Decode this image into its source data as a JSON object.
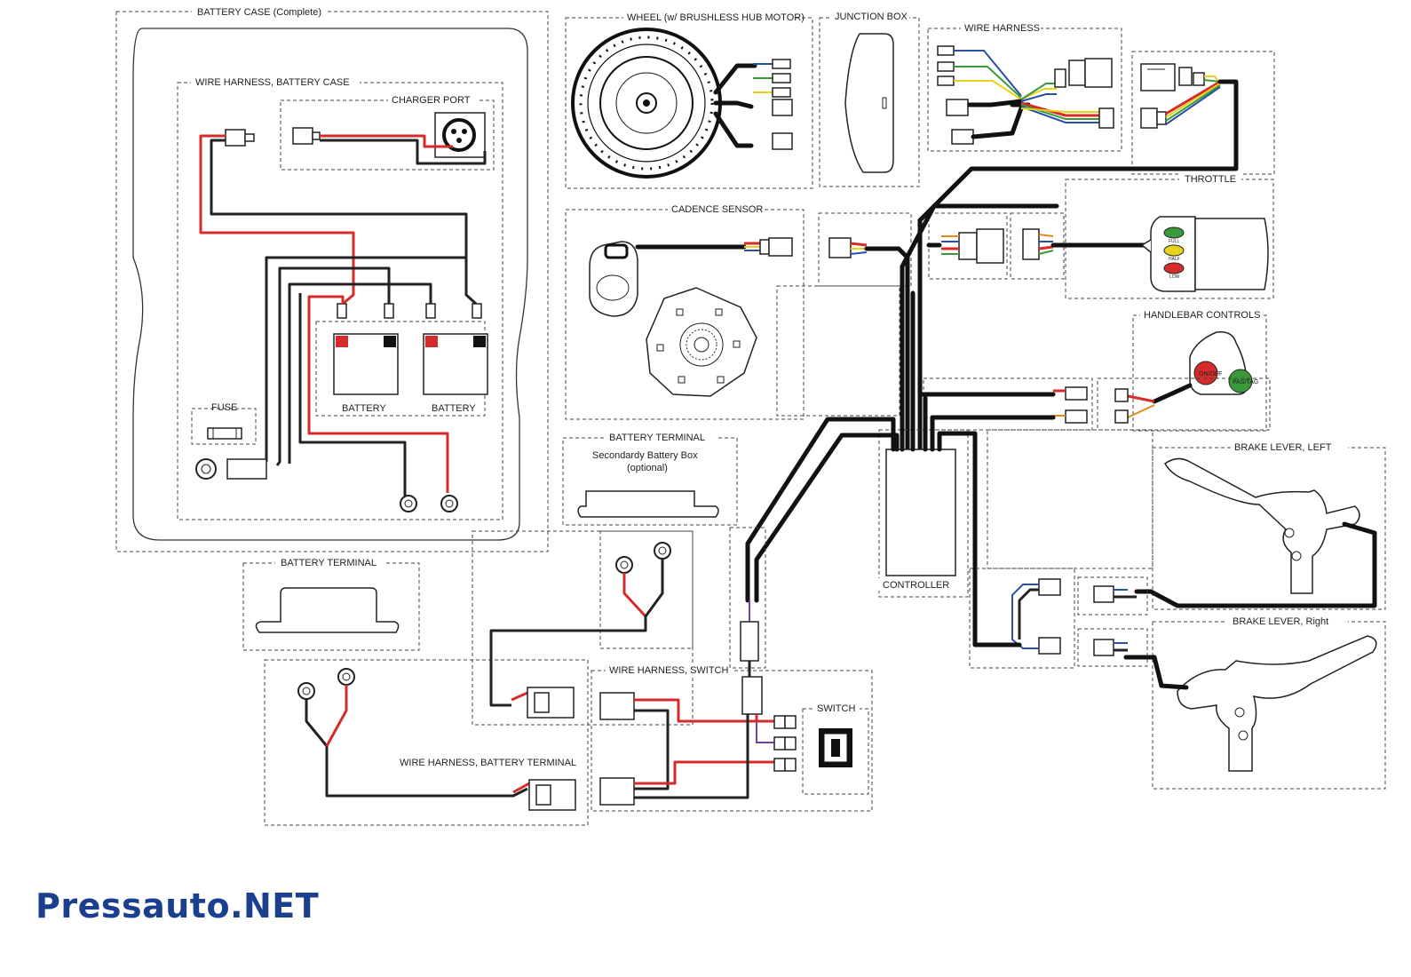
{
  "labels": {
    "battery_case": "BATTERY CASE (Complete)",
    "wire_harness_battery_case": "WIRE HARNESS, BATTERY CASE",
    "charger_port": "CHARGER PORT",
    "fuse": "FUSE",
    "battery_1": "BATTERY",
    "battery_2": "BATTERY",
    "wheel": "WHEEL (w/ BRUSHLESS HUB MOTOR)",
    "junction_box": "JUNCTION BOX",
    "wire_harness": "WIRE HARNESS",
    "throttle": "THROTTLE",
    "throttle_full": "FULL",
    "throttle_half": "HALF",
    "throttle_low": "LOW",
    "cadence_sensor": "CADENCE SENSOR",
    "handlebar_controls": "HANDLEBAR CONTROLS",
    "btn_on_off": "ON/OFF",
    "btn_pas_tag": "PAS/TAG",
    "battery_terminal_upper": "BATTERY TERMINAL",
    "secondary_box": "Secondardy Battery Box",
    "optional": "(optional)",
    "battery_terminal_lower": "BATTERY TERMINAL",
    "controller": "CONTROLLER",
    "brake_left": "BRAKE LEVER, LEFT",
    "brake_right": "BRAKE LEVER, Right",
    "wire_harness_switch": "WIRE HARNESS, SWITCH",
    "switch": "SWITCH",
    "wire_harness_battery_terminal": "WIRE HARNESS, BATTERY TERMINAL"
  },
  "brand": "Pressauto.NET",
  "colors": {
    "wire_black": "#111111",
    "wire_red": "#d62b2b",
    "wire_blue": "#2a4fa8",
    "wire_green": "#3a9a3a",
    "wire_yellow": "#e6d31a",
    "wire_orange": "#e08a1a",
    "wire_purple": "#7a3fa0",
    "brand": "#1b3f8f"
  }
}
